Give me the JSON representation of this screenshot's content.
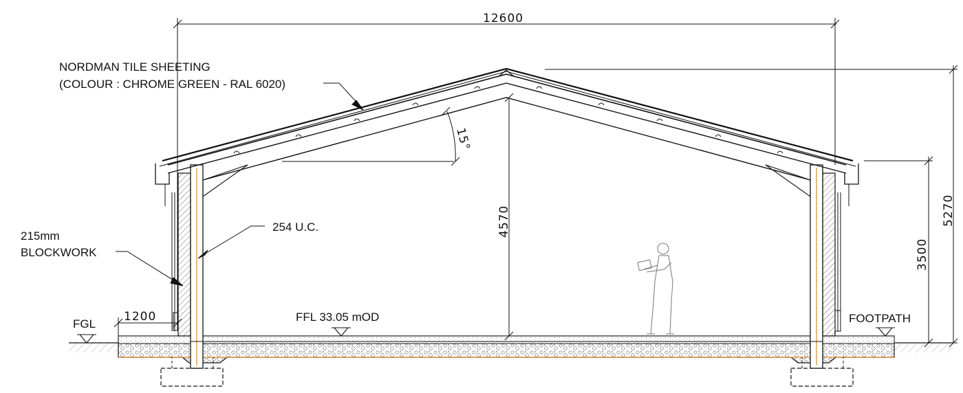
{
  "labels": {
    "roof_line1": "NORDMAN TILE SHEETING",
    "roof_line2": "(COLOUR : CHROME GREEN - RAL 6020)",
    "wall_line1": "215mm",
    "wall_line2": "BLOCKWORK",
    "column": "254 U.C.",
    "fgl": "FGL",
    "ffl": "FFL 33.05 mOD",
    "footpath": "FOOTPATH"
  },
  "dimensions": {
    "overall_width": "12600",
    "ridge_height": "4570",
    "eaves_height": "3500",
    "total_height": "5270",
    "offset": "1200",
    "roof_pitch": "15°"
  },
  "colors": {
    "line": "#111111",
    "timber": "#e08a2a",
    "hatch": "#555555"
  }
}
